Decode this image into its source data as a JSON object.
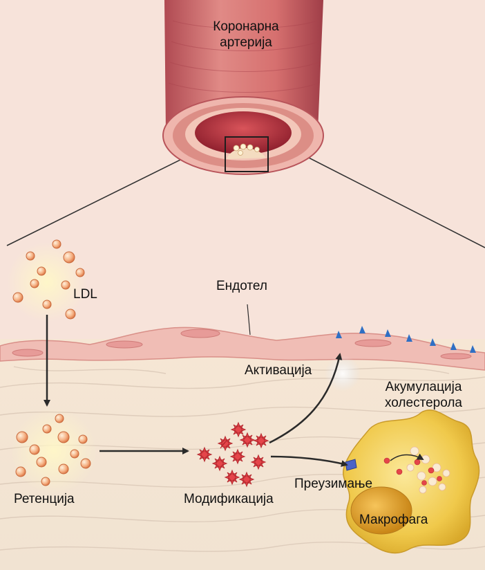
{
  "labels": {
    "artery_line1": "Коронарна",
    "artery_line2": "артерија",
    "endothelium": "Ендотел",
    "ldl": "LDL",
    "activation": "Активација",
    "accumulation_line1": "Акумулација",
    "accumulation_line2": "холестерола",
    "retention": "Ретенција",
    "modification": "Модификација",
    "uptake": "Преузимање",
    "macrophage": "Макрофага"
  },
  "colors": {
    "background": "#f7e3da",
    "artery_wall": "#cf6f6c",
    "lumen": "#b8323d",
    "endothelium": "#ecb0aa",
    "ldl_particle": "#f0a06e",
    "modified_ldl": "#e5454a",
    "macrophage": "#f2d055",
    "receptor": "#2f63b8",
    "arrow": "#2a2a2a"
  }
}
